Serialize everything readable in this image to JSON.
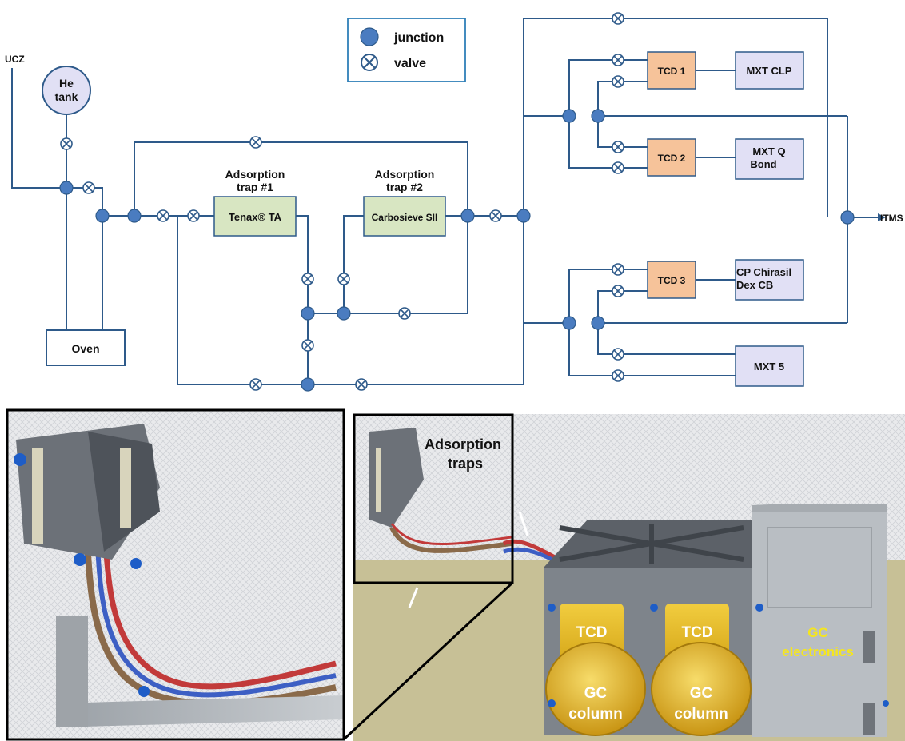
{
  "legend": {
    "junction_label": "junction",
    "valve_label": "valve"
  },
  "schematic": {
    "ucz_label": "UCZ",
    "itms_label": "ITMS",
    "he_tank_line1": "He",
    "he_tank_line2": "tank",
    "oven_label": "Oven",
    "trap1_title_line1": "Adsorption",
    "trap1_title_line2": "trap #1",
    "trap1_box_label": "Tenax® TA",
    "trap2_title_line1": "Adsorption",
    "trap2_title_line2": "trap #2",
    "trap2_box_label": "Carbosieve SII",
    "tcd1_label": "TCD 1",
    "tcd2_label": "TCD 2",
    "tcd3_label": "TCD 3",
    "col1_label": "MXT CLP",
    "col2_line1": "MXT Q",
    "col2_line2": "Bond",
    "col3_line1": "CP Chirasil",
    "col3_line2": "Dex CB",
    "col4_label": "MXT 5"
  },
  "photo": {
    "adsorption_traps_line1": "Adsorption",
    "adsorption_traps_line2": "traps",
    "tcd_left": "TCD",
    "tcd_right": "TCD",
    "gc_column_left_line1": "GC",
    "gc_column_left_line2": "column",
    "gc_column_right_line1": "GC",
    "gc_column_right_line2": "column",
    "gc_electronics_line1": "GC",
    "gc_electronics_line2": "electronics"
  },
  "colors": {
    "line": "#2e5a8a",
    "junction_fill": "#4a7cc0",
    "trap_fill": "#d8e6c2",
    "tcd_fill": "#f6c39a",
    "column_fill": "#e1e0f5",
    "legend_border": "#2f7fb8",
    "photo_label_white": "#ffffff",
    "photo_label_yellow": "#f5e61e"
  }
}
